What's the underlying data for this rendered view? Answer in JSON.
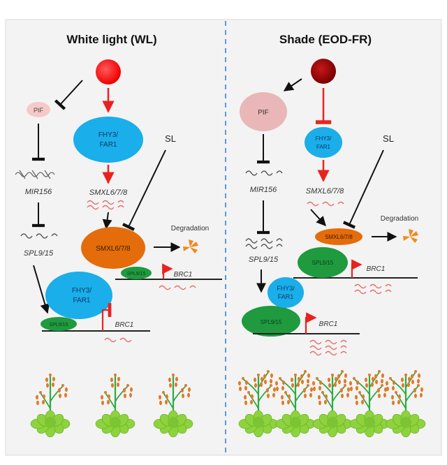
{
  "left_panel": {
    "title": "White light (WL)",
    "pif": "PIF",
    "mir156": "MIR156",
    "spl": "SPL9/15",
    "fhy_top": "FHY3/",
    "fhy_bottom": "FAR1",
    "smxl_gene": "SMXL6/7/8",
    "sl": "SL",
    "smxl_protein": "SMXL6/7/8",
    "degradation": "Degradation",
    "spl_box1": "SPL9/15",
    "brc1_a": "BRC1",
    "fhy2_top": "FHY3/",
    "fhy2_bottom": "FAR1",
    "spl_box2": "SPL9/15",
    "brc1_b": "BRC1"
  },
  "right_panel": {
    "title": "Shade (EOD-FR)",
    "pif": "PIF",
    "fhy_top": "FHY3/",
    "fhy_bottom": "FAR1",
    "sl": "SL",
    "mir156": "MIR156",
    "smxl_gene": "SMXL6/7/8",
    "degradation": "Degradation",
    "smxl_protein": "SMXL6/7/8",
    "spl": "SPL9/15",
    "spl_box1": "SPL9/15",
    "brc1_a": "BRC1",
    "fhy2_top": "FHY3/",
    "fhy2_bottom": "FAR1",
    "spl_box2": "SPL9/15",
    "brc1_b": "BRC1"
  },
  "colors": {
    "background": "#f3f3f3",
    "divider": "#5b9bd5",
    "light_wl": "#ff1a1a",
    "light_shade": "#a80000",
    "red_arrow": "#e8231f",
    "fhy": "#1aaeea",
    "smxl": "#e46c0a",
    "spl": "#1f9a3f",
    "pif_wl": "#f6c9c9",
    "pif_shade": "#e9b7b7",
    "mrna": "#e86a6a",
    "plant_leaf": "#8ed23d",
    "plant_stem": "#2faa44",
    "flower": "#e07a2a"
  },
  "plants": {
    "left_count": 3,
    "right_count": 5
  }
}
